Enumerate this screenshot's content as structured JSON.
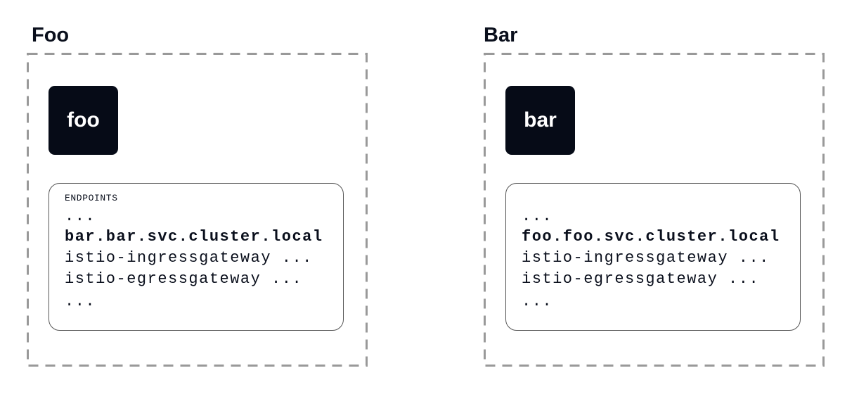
{
  "clusters": [
    {
      "title": "Foo",
      "service": "foo",
      "endpoints_header": "ENDPOINTS",
      "lines": [
        "...",
        "bar.bar.svc.cluster.local",
        "istio-ingressgateway ...",
        "istio-egressgateway ...",
        "..."
      ]
    },
    {
      "title": "Bar",
      "service": "bar",
      "lines": [
        "...",
        "foo.foo.svc.cluster.local",
        "istio-ingressgateway ...",
        "istio-egressgateway ...",
        "..."
      ]
    }
  ],
  "colors": {
    "service_box": "#060b17",
    "dashed_border": "#999999",
    "text": "#0a0f1c"
  }
}
